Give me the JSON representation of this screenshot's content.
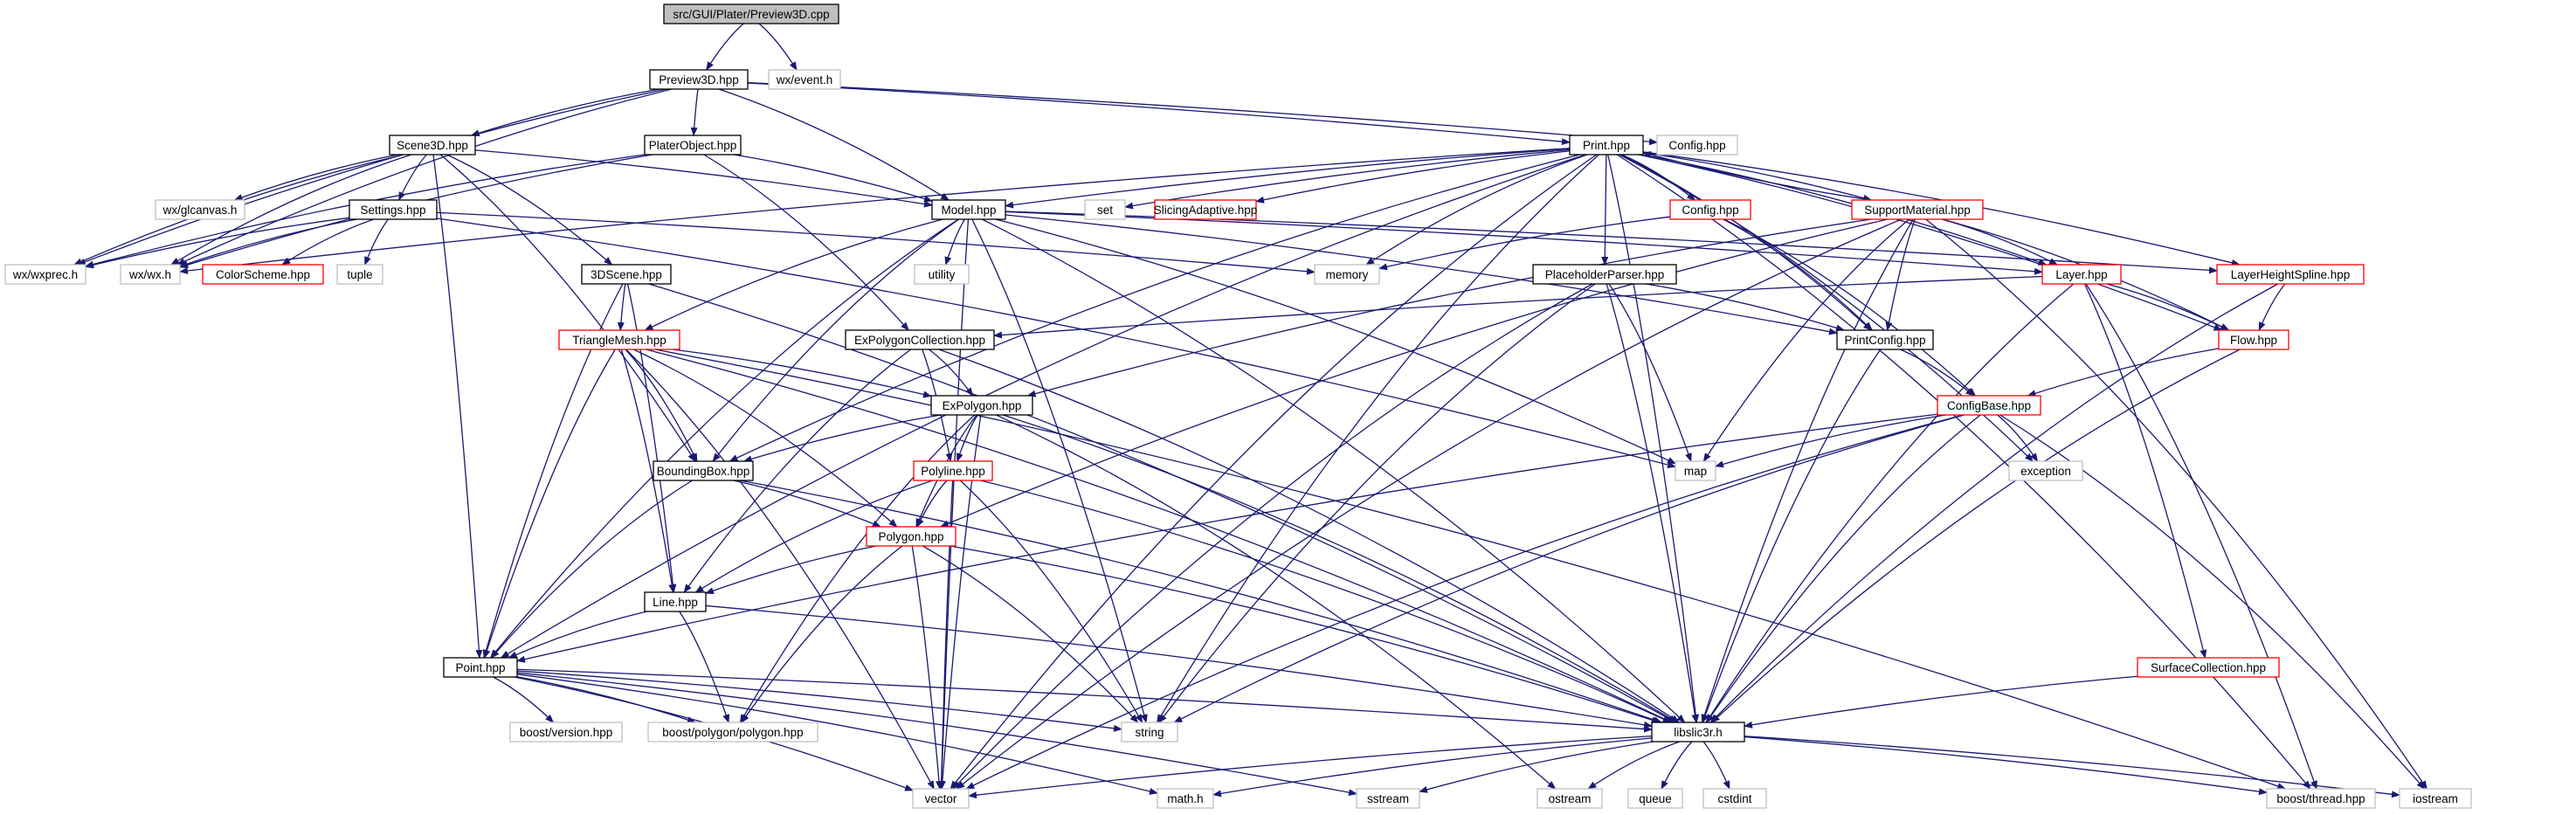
{
  "colors": {
    "edge": "#191970",
    "border_normal": "#000000",
    "border_clickable": "#ff0000",
    "border_external": "#bfbfbf",
    "fill_root": "#bfbfbf",
    "fill": "#ffffff"
  },
  "nodes": [
    {
      "id": "root",
      "label": "src/GUI/Plater/Preview3D.cpp",
      "kind": "root"
    },
    {
      "id": "preview3d",
      "label": "Preview3D.hpp",
      "kind": "normal"
    },
    {
      "id": "wxevent",
      "label": "wx/event.h",
      "kind": "external"
    },
    {
      "id": "scene3d",
      "label": "Scene3D.hpp",
      "kind": "normal"
    },
    {
      "id": "platerobject",
      "label": "PlaterObject.hpp",
      "kind": "normal"
    },
    {
      "id": "print",
      "label": "Print.hpp",
      "kind": "normal"
    },
    {
      "id": "confighpp_top",
      "label": "Config.hpp",
      "kind": "external"
    },
    {
      "id": "wxglcanvas",
      "label": "wx/glcanvas.h",
      "kind": "external"
    },
    {
      "id": "settings",
      "label": "Settings.hpp",
      "kind": "normal"
    },
    {
      "id": "model",
      "label": "Model.hpp",
      "kind": "normal"
    },
    {
      "id": "set",
      "label": "set",
      "kind": "external"
    },
    {
      "id": "slicingadaptive",
      "label": "SlicingAdaptive.hpp",
      "kind": "clickable"
    },
    {
      "id": "config",
      "label": "Config.hpp",
      "kind": "clickable"
    },
    {
      "id": "supportmaterial",
      "label": "SupportMaterial.hpp",
      "kind": "clickable"
    },
    {
      "id": "wxwxprec",
      "label": "wx/wxprec.h",
      "kind": "external"
    },
    {
      "id": "wxwx",
      "label": "wx/wx.h",
      "kind": "external"
    },
    {
      "id": "colorscheme",
      "label": "ColorScheme.hpp",
      "kind": "clickable"
    },
    {
      "id": "tuple",
      "label": "tuple",
      "kind": "external"
    },
    {
      "id": "utility",
      "label": "utility",
      "kind": "external"
    },
    {
      "id": "memory",
      "label": "memory",
      "kind": "external"
    },
    {
      "id": "scene3dhpp",
      "label": "3DScene.hpp",
      "kind": "normal"
    },
    {
      "id": "placeholderparser",
      "label": "PlaceholderParser.hpp",
      "kind": "normal"
    },
    {
      "id": "layer",
      "label": "Layer.hpp",
      "kind": "clickable"
    },
    {
      "id": "layerheightspline",
      "label": "LayerHeightSpline.hpp",
      "kind": "clickable"
    },
    {
      "id": "trianglemesh",
      "label": "TriangleMesh.hpp",
      "kind": "clickable"
    },
    {
      "id": "expolygoncollection",
      "label": "ExPolygonCollection.hpp",
      "kind": "normal"
    },
    {
      "id": "printconfig",
      "label": "PrintConfig.hpp",
      "kind": "normal"
    },
    {
      "id": "flow",
      "label": "Flow.hpp",
      "kind": "clickable"
    },
    {
      "id": "expolygon",
      "label": "ExPolygon.hpp",
      "kind": "normal"
    },
    {
      "id": "configbase",
      "label": "ConfigBase.hpp",
      "kind": "clickable"
    },
    {
      "id": "boundingbox",
      "label": "BoundingBox.hpp",
      "kind": "normal"
    },
    {
      "id": "polyline",
      "label": "Polyline.hpp",
      "kind": "clickable"
    },
    {
      "id": "map",
      "label": "map",
      "kind": "external"
    },
    {
      "id": "exception",
      "label": "exception",
      "kind": "external"
    },
    {
      "id": "polygon",
      "label": "Polygon.hpp",
      "kind": "clickable"
    },
    {
      "id": "line",
      "label": "Line.hpp",
      "kind": "normal"
    },
    {
      "id": "point",
      "label": "Point.hpp",
      "kind": "normal"
    },
    {
      "id": "surfacecollection",
      "label": "SurfaceCollection.hpp",
      "kind": "clickable"
    },
    {
      "id": "boostversion",
      "label": "boost/version.hpp",
      "kind": "external"
    },
    {
      "id": "boostpolygon",
      "label": "boost/polygon/polygon.hpp",
      "kind": "external"
    },
    {
      "id": "string",
      "label": "string",
      "kind": "external"
    },
    {
      "id": "libslic3r",
      "label": "libslic3r.h",
      "kind": "normal"
    },
    {
      "id": "vector",
      "label": "vector",
      "kind": "external"
    },
    {
      "id": "mathh",
      "label": "math.h",
      "kind": "external"
    },
    {
      "id": "sstream",
      "label": "sstream",
      "kind": "external"
    },
    {
      "id": "ostream",
      "label": "ostream",
      "kind": "external"
    },
    {
      "id": "queue",
      "label": "queue",
      "kind": "external"
    },
    {
      "id": "cstdint",
      "label": "cstdint",
      "kind": "external"
    },
    {
      "id": "boostthread",
      "label": "boost/thread.hpp",
      "kind": "external"
    },
    {
      "id": "iostream",
      "label": "iostream",
      "kind": "external"
    }
  ],
  "edges": [
    [
      "root",
      "preview3d"
    ],
    [
      "root",
      "wxevent"
    ],
    [
      "preview3d",
      "scene3d"
    ],
    [
      "preview3d",
      "platerobject"
    ],
    [
      "preview3d",
      "print"
    ],
    [
      "preview3d",
      "confighpp_top"
    ],
    [
      "preview3d",
      "model"
    ],
    [
      "preview3d",
      "wxwxprec"
    ],
    [
      "preview3d",
      "wxwx"
    ],
    [
      "scene3d",
      "wxglcanvas"
    ],
    [
      "scene3d",
      "settings"
    ],
    [
      "scene3d",
      "model"
    ],
    [
      "scene3d",
      "wxwxprec"
    ],
    [
      "scene3d",
      "wxwx"
    ],
    [
      "scene3d",
      "scene3dhpp"
    ],
    [
      "scene3d",
      "boundingbox"
    ],
    [
      "scene3d",
      "point"
    ],
    [
      "platerobject",
      "model"
    ],
    [
      "platerobject",
      "expolygoncollection"
    ],
    [
      "platerobject",
      "wxwxprec"
    ],
    [
      "platerobject",
      "wxwx"
    ],
    [
      "settings",
      "wxwxprec"
    ],
    [
      "settings",
      "wxwx"
    ],
    [
      "settings",
      "colorscheme"
    ],
    [
      "settings",
      "tuple"
    ],
    [
      "settings",
      "memory"
    ],
    [
      "settings",
      "map"
    ],
    [
      "print",
      "set"
    ],
    [
      "print",
      "slicingadaptive"
    ],
    [
      "print",
      "config"
    ],
    [
      "print",
      "supportmaterial"
    ],
    [
      "print",
      "model"
    ],
    [
      "print",
      "memory"
    ],
    [
      "print",
      "placeholderparser"
    ],
    [
      "print",
      "layer"
    ],
    [
      "print",
      "layerheightspline"
    ],
    [
      "print",
      "printconfig"
    ],
    [
      "print",
      "flow"
    ],
    [
      "print",
      "exception"
    ],
    [
      "print",
      "string"
    ],
    [
      "print",
      "vector"
    ],
    [
      "print",
      "point"
    ],
    [
      "print",
      "boundingbox"
    ],
    [
      "print",
      "libslic3r"
    ],
    [
      "print",
      "boostthread"
    ],
    [
      "print",
      "wxwx"
    ],
    [
      "model",
      "utility"
    ],
    [
      "model",
      "trianglemesh"
    ],
    [
      "model",
      "printconfig"
    ],
    [
      "model",
      "layer"
    ],
    [
      "model",
      "layerheightspline"
    ],
    [
      "model",
      "boundingbox"
    ],
    [
      "model",
      "point"
    ],
    [
      "model",
      "string"
    ],
    [
      "model",
      "map"
    ],
    [
      "model",
      "libslic3r"
    ],
    [
      "model",
      "vector"
    ],
    [
      "config",
      "memory"
    ],
    [
      "config",
      "printconfig"
    ],
    [
      "config",
      "configbase"
    ],
    [
      "supportmaterial",
      "layer"
    ],
    [
      "supportmaterial",
      "flow"
    ],
    [
      "supportmaterial",
      "printconfig"
    ],
    [
      "supportmaterial",
      "expolygon"
    ],
    [
      "supportmaterial",
      "polygon"
    ],
    [
      "supportmaterial",
      "map"
    ],
    [
      "supportmaterial",
      "vector"
    ],
    [
      "supportmaterial",
      "libslic3r"
    ],
    [
      "supportmaterial",
      "iostream"
    ],
    [
      "supportmaterial",
      "print"
    ],
    [
      "scene3dhpp",
      "trianglemesh"
    ],
    [
      "scene3dhpp",
      "point"
    ],
    [
      "scene3dhpp",
      "line"
    ],
    [
      "scene3dhpp",
      "libslic3r"
    ],
    [
      "placeholderparser",
      "printconfig"
    ],
    [
      "placeholderparser",
      "map"
    ],
    [
      "placeholderparser",
      "string"
    ],
    [
      "placeholderparser",
      "vector"
    ],
    [
      "placeholderparser",
      "libslic3r"
    ],
    [
      "layer",
      "flow"
    ],
    [
      "layer",
      "surfacecollection"
    ],
    [
      "layer",
      "expolygoncollection"
    ],
    [
      "layer",
      "libslic3r"
    ],
    [
      "layer",
      "boostthread"
    ],
    [
      "layerheightspline",
      "flow"
    ],
    [
      "layerheightspline",
      "libslic3r"
    ],
    [
      "trianglemesh",
      "expolygon"
    ],
    [
      "trianglemesh",
      "boundingbox"
    ],
    [
      "trianglemesh",
      "line"
    ],
    [
      "trianglemesh",
      "point"
    ],
    [
      "trianglemesh",
      "polygon"
    ],
    [
      "trianglemesh",
      "vector"
    ],
    [
      "trianglemesh",
      "libslic3r"
    ],
    [
      "trianglemesh",
      "boostthread"
    ],
    [
      "expolygoncollection",
      "expolygon"
    ],
    [
      "expolygoncollection",
      "line"
    ],
    [
      "expolygoncollection",
      "polyline"
    ],
    [
      "expolygoncollection",
      "libslic3r"
    ],
    [
      "printconfig",
      "configbase"
    ],
    [
      "printconfig",
      "libslic3r"
    ],
    [
      "flow",
      "configbase"
    ],
    [
      "flow",
      "libslic3r"
    ],
    [
      "expolygon",
      "boundingbox"
    ],
    [
      "expolygon",
      "polyline"
    ],
    [
      "expolygon",
      "polygon"
    ],
    [
      "expolygon",
      "vector"
    ],
    [
      "expolygon",
      "boostpolygon"
    ],
    [
      "expolygon",
      "libslic3r"
    ],
    [
      "expolygon",
      "ostream"
    ],
    [
      "configbase",
      "map"
    ],
    [
      "configbase",
      "exception"
    ],
    [
      "configbase",
      "string"
    ],
    [
      "configbase",
      "vector"
    ],
    [
      "configbase",
      "libslic3r"
    ],
    [
      "configbase",
      "point"
    ],
    [
      "configbase",
      "iostream"
    ],
    [
      "boundingbox",
      "point"
    ],
    [
      "boundingbox",
      "polygon"
    ],
    [
      "boundingbox",
      "libslic3r"
    ],
    [
      "polyline",
      "polygon"
    ],
    [
      "polyline",
      "line"
    ],
    [
      "polyline",
      "vector"
    ],
    [
      "polyline",
      "string"
    ],
    [
      "polyline",
      "libslic3r"
    ],
    [
      "polygon",
      "line"
    ],
    [
      "polygon",
      "vector"
    ],
    [
      "polygon",
      "string"
    ],
    [
      "polygon",
      "boostpolygon"
    ],
    [
      "polygon",
      "libslic3r"
    ],
    [
      "line",
      "point"
    ],
    [
      "line",
      "boostpolygon"
    ],
    [
      "line",
      "libslic3r"
    ],
    [
      "point",
      "boostversion"
    ],
    [
      "point",
      "boostpolygon"
    ],
    [
      "point",
      "string"
    ],
    [
      "point",
      "vector"
    ],
    [
      "point",
      "mathh"
    ],
    [
      "point",
      "sstream"
    ],
    [
      "point",
      "libslic3r"
    ],
    [
      "surfacecollection",
      "libslic3r"
    ],
    [
      "libslic3r",
      "vector"
    ],
    [
      "libslic3r",
      "mathh"
    ],
    [
      "libslic3r",
      "sstream"
    ],
    [
      "libslic3r",
      "ostream"
    ],
    [
      "libslic3r",
      "queue"
    ],
    [
      "libslic3r",
      "cstdint"
    ],
    [
      "libslic3r",
      "boostthread"
    ],
    [
      "libslic3r",
      "iostream"
    ]
  ]
}
